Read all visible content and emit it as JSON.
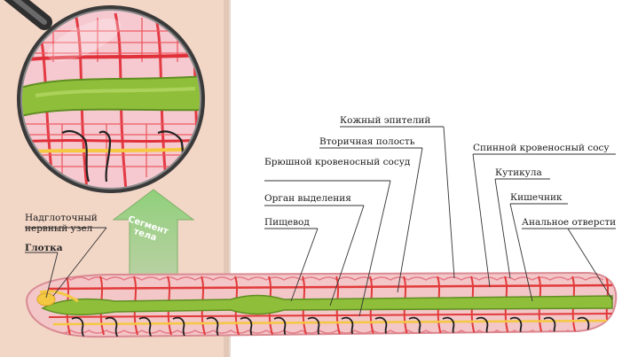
{
  "labels": {
    "nadglotochny": "Надглоточный нервный узел",
    "glotka": "Глотка",
    "segment": "Сегмент тела",
    "pishchevod": "Пищевод",
    "organ": "Орган выделения",
    "bryushnoy": "Брюшной кровеносный сосуд",
    "vtorichnaya": "Вторичная полость",
    "kozhny": "Кожный эпителий",
    "spinnoy": "Спинной кровеносный сосу",
    "kutikula": "Кутикула",
    "kishechnik": "Кишечник",
    "analnoe": "Анальное отверсти"
  },
  "colors": {
    "left_panel": "#f2d6c6",
    "body_pink": "#f3c6c8",
    "vessel_red": "#e23a3a",
    "intestine_green": "#8fbf3a",
    "intestine_dark": "#5f8e22",
    "nerve_yellow": "#f5c842",
    "arrow_green": "#9ccc8a",
    "lens_frame": "#4a4a4a"
  }
}
